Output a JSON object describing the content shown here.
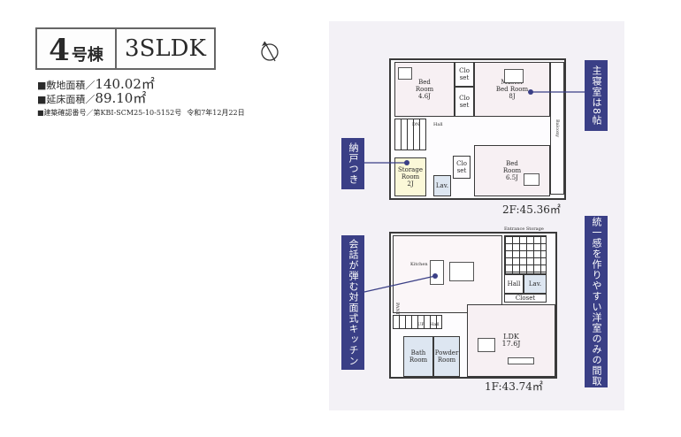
{
  "header": {
    "unit_number": "4",
    "unit_suffix": "号棟",
    "layout_type": "3SLDK"
  },
  "specs": {
    "land_label": "■敷地面積／",
    "land_value": "140.02㎡",
    "floor_label": "■延床面積／",
    "floor_value": "89.10㎡",
    "permit_label": "■建築確認番号／第KBI-SCM25-10-5152号",
    "permit_date": "令和7年12月22日"
  },
  "floor2": {
    "area_label": "2F:45.36㎡",
    "rooms": {
      "bed1_name": "Bed",
      "bed1_name2": "Room",
      "bed1_size": "4.6J",
      "closet_a": "Clo",
      "closet_a2": "set",
      "closet_b": "Clo",
      "closet_b2": "set",
      "master_name": "Master",
      "master_name2": "Bed Room",
      "master_size": "8J",
      "dn": "DN",
      "hall": "Hall",
      "storage_name": "Storage",
      "storage_name2": "Room",
      "storage_size": "2J",
      "lav": "Lav.",
      "closet_c": "Clo",
      "closet_c2": "set",
      "bed2_name": "Bed",
      "bed2_name2": "Room",
      "bed2_size": "6.5J",
      "balcony": "Balcony"
    }
  },
  "floor1": {
    "area_label": "1F:43.74㎡",
    "rooms": {
      "entrance_storage": "Entrance Storage",
      "hall": "Hall",
      "lav": "Lav.",
      "closet": "Closet",
      "up": "UP",
      "hall2": "Hall",
      "bath_name": "Bath",
      "bath_name2": "Room",
      "powder_name": "Powder",
      "powder_name2": "Room",
      "ldk_name": "LDK",
      "ldk_size": "17.6J",
      "kitchen_tag": "Kitchen",
      "pantry": "PANTRY"
    }
  },
  "callouts": {
    "master": "主寝室は8帖",
    "storage": "納戸つき",
    "kitchen": "会話が弾む対面式キッチン",
    "western": "統一感を作りやすい洋室のみの間取"
  },
  "colors": {
    "callout_bg": "#3a3f86",
    "room_pink": "#f7f0f3",
    "wet_blue": "#dde6f1",
    "storage_yellow": "#fbf8d8"
  }
}
